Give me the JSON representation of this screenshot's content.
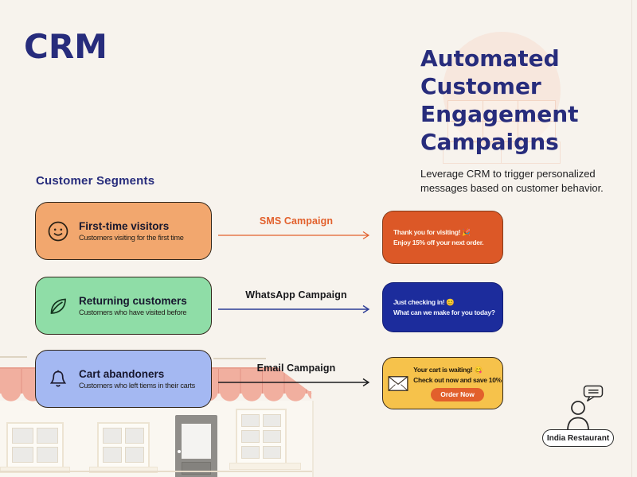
{
  "logo": {
    "text": "CRM"
  },
  "hero": {
    "title_lines": [
      "Automated",
      "Customer",
      "Engagement",
      "Campaigns"
    ],
    "subtitle": "Leverage CRM to trigger personalized messages based on customer behavior."
  },
  "segments": {
    "heading": "Customer Segments",
    "items": [
      {
        "title": "First-time visitors",
        "description": "Customers visiting for the first time",
        "icon": "smiley-icon",
        "bg": "#F2A76E"
      },
      {
        "title": "Returning customers",
        "description": "Customers who have visited before",
        "icon": "leaf-icon",
        "bg": "#8FDDA7"
      },
      {
        "title": "Cart abandoners",
        "description": "Customers who left tiems in their carts",
        "icon": "bell-icon",
        "bg": "#A4B8F2"
      }
    ]
  },
  "campaigns": [
    {
      "label": "SMS Campaign",
      "label_color": "#E2602C",
      "arrow_color": "#E2602C"
    },
    {
      "label": "WhatsApp Campaign",
      "label_color": "#18181B",
      "arrow_color": "#2C3C96"
    },
    {
      "label": "Email Campaign",
      "label_color": "#18181B",
      "arrow_color": "#1C1C1E"
    }
  ],
  "messages": [
    {
      "line1": "Thank you for visiting! 🎉",
      "line2": "Enjoy 15% off your next order.",
      "bg": "#DC5827",
      "text_color": "#FFF6EC"
    },
    {
      "line1": "Just checking in! 😊",
      "line2": "What can we make for you today?",
      "bg": "#1C2C9C",
      "text_color": "#F2F4FF"
    },
    {
      "line1": "Your cart is waiting! 😋",
      "line2": "Check out now and save 10%",
      "bg": "#F6C24B",
      "text_color": "#241C10",
      "icon": "envelope-icon",
      "button": {
        "label": "Order Now",
        "bg": "#E2602C",
        "text_color": "#FFFFFF"
      }
    }
  ],
  "footer": {
    "badge": "India Restaurant"
  },
  "palette": {
    "background": "#F7F3ED",
    "navy": "#272C7C",
    "ink": "#1D1D1F",
    "awning": "#F1AF9F"
  }
}
